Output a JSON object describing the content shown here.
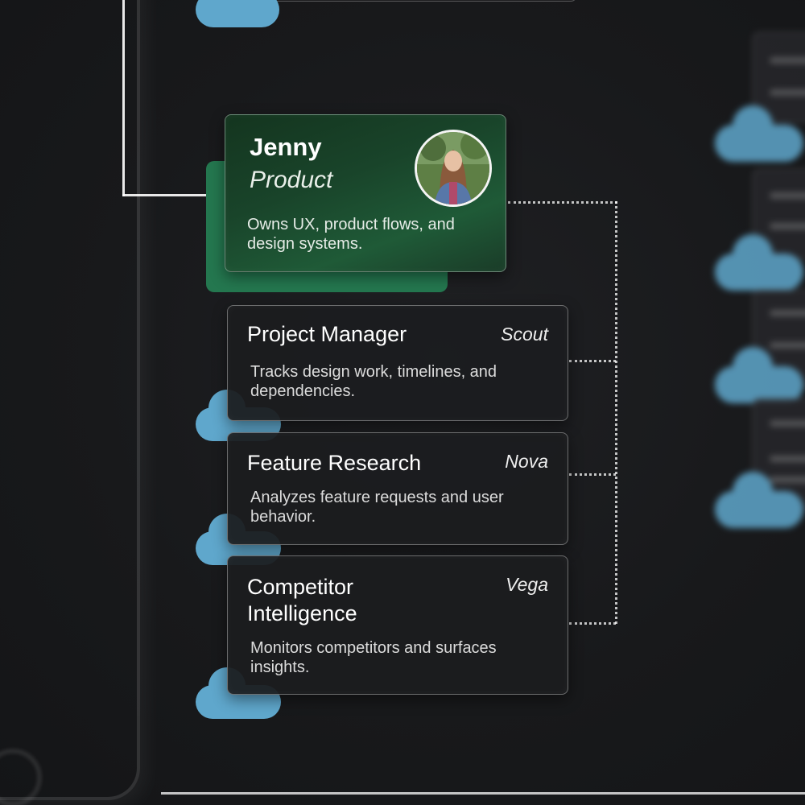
{
  "lead": {
    "name": "Jenny",
    "role": "Product",
    "description": "Owns UX, product flows, and design systems.",
    "avatar_icon": "person-photo-icon"
  },
  "agents": [
    {
      "title": "Project Manager",
      "name": "Scout",
      "description": "Tracks design work, timelines, and dependencies."
    },
    {
      "title": "Feature Research",
      "name": "Nova",
      "description": "Analyzes feature requests and user behavior."
    },
    {
      "title": "Competitor Intelligence",
      "name": "Vega",
      "description": "Monitors competitors and surfaces insights."
    }
  ],
  "colors": {
    "background": "#18191b",
    "lead_accent": "#24774f",
    "cloud": "#5fa7cc",
    "connector": "#ffffff"
  }
}
